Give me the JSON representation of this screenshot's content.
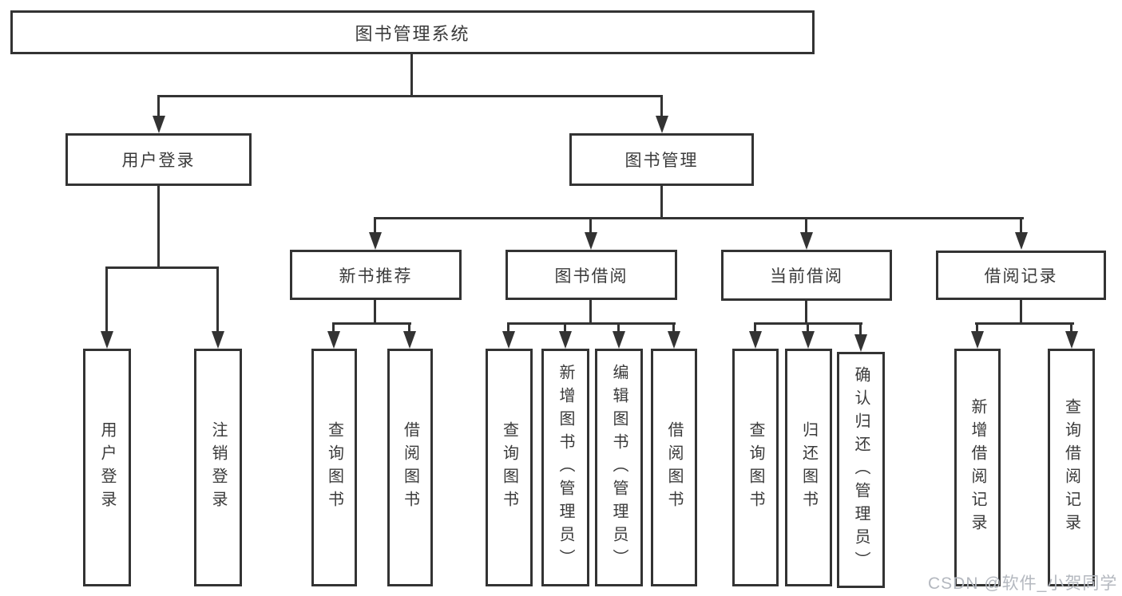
{
  "tree": {
    "label": "图书管理系统",
    "children": [
      {
        "label": "用户登录",
        "children": [
          {
            "label": "用户登录"
          },
          {
            "label": "注销登录"
          }
        ]
      },
      {
        "label": "图书管理",
        "children": [
          {
            "label": "新书推荐",
            "children": [
              {
                "label": "查询图书"
              },
              {
                "label": "借阅图书"
              }
            ]
          },
          {
            "label": "图书借阅",
            "children": [
              {
                "label": "查询图书"
              },
              {
                "label": "新增图书（管理员）"
              },
              {
                "label": "编辑图书（管理员）"
              },
              {
                "label": "借阅图书"
              }
            ]
          },
          {
            "label": "当前借阅",
            "children": [
              {
                "label": "查询图书"
              },
              {
                "label": "归还图书"
              },
              {
                "label": "确认归还（管理员）"
              }
            ]
          },
          {
            "label": "借阅记录",
            "children": [
              {
                "label": "新增借阅记录"
              },
              {
                "label": "查询借阅记录"
              }
            ]
          }
        ]
      }
    ]
  },
  "watermark": {
    "text": "CSDN @软件_小贺同学"
  },
  "colors": {
    "line": "#333333",
    "text": "#3a3a3a",
    "watermark": "#b4b8bf",
    "background": "#ffffff"
  }
}
